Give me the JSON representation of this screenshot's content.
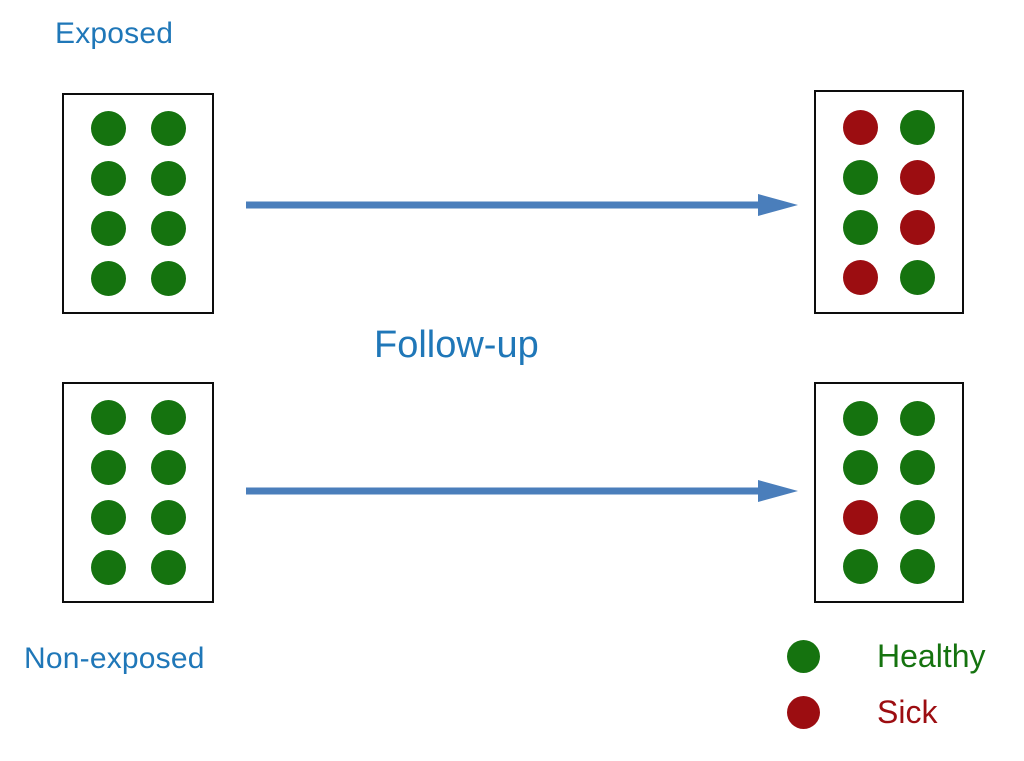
{
  "diagram": {
    "title_caption": "Follow-up",
    "colors": {
      "healthy": "#15730f",
      "sick": "#9c0d11",
      "label_blue": "#1f77b8",
      "box_border": "#0d0d0d",
      "arrow": "#4a7ebb",
      "background": "#ffffff"
    },
    "labels": {
      "exposed": "Exposed",
      "non_exposed": "Non-exposed"
    },
    "arrows": {
      "top_name": "follow-up-arrow-exposed",
      "bottom_name": "follow-up-arrow-non-exposed"
    },
    "groups": [
      {
        "name": "exposed",
        "label": "Exposed",
        "baseline": {
          "total": 8,
          "healthy": 8,
          "sick": 0,
          "rows": [
            [
              "healthy",
              "healthy"
            ],
            [
              "healthy",
              "healthy"
            ],
            [
              "healthy",
              "healthy"
            ],
            [
              "healthy",
              "healthy"
            ]
          ]
        },
        "followup": {
          "total": 8,
          "healthy": 4,
          "sick": 4,
          "rows": [
            [
              "sick",
              "healthy"
            ],
            [
              "healthy",
              "sick"
            ],
            [
              "healthy",
              "sick"
            ],
            [
              "sick",
              "healthy"
            ]
          ]
        }
      },
      {
        "name": "non-exposed",
        "label": "Non-exposed",
        "baseline": {
          "total": 8,
          "healthy": 8,
          "sick": 0,
          "rows": [
            [
              "healthy",
              "healthy"
            ],
            [
              "healthy",
              "healthy"
            ],
            [
              "healthy",
              "healthy"
            ],
            [
              "healthy",
              "healthy"
            ]
          ]
        },
        "followup": {
          "total": 8,
          "healthy": 7,
          "sick": 1,
          "rows": [
            [
              "healthy",
              "healthy"
            ],
            [
              "healthy",
              "healthy"
            ],
            [
              "sick",
              "healthy"
            ],
            [
              "healthy",
              "healthy"
            ]
          ]
        }
      }
    ],
    "legend": {
      "items": [
        {
          "key": "healthy",
          "label": "Healthy",
          "color": "#15730f"
        },
        {
          "key": "sick",
          "label": "Sick",
          "color": "#9c0d11"
        }
      ]
    }
  }
}
